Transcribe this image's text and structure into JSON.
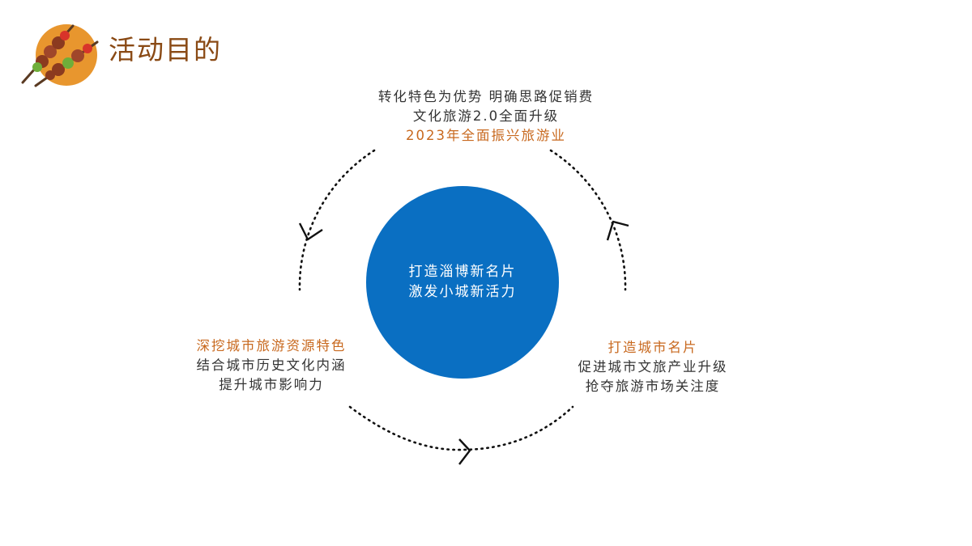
{
  "header": {
    "title": "活动目的"
  },
  "center": {
    "line1": "打造淄博新名片",
    "line2": "激发小城新活力"
  },
  "top": {
    "line1": "转化特色为优势 明确思路促销费",
    "line2": "文化旅游2.0全面升级",
    "line3": "2023年全面振兴旅游业"
  },
  "left": {
    "line1": "深挖城市旅游资源特色",
    "line2": "结合城市历史文化内涵",
    "line3": "提升城市影响力"
  },
  "right": {
    "line1": "打造城市名片",
    "line2": "促进城市文旅产业升级",
    "line3": "抢夺旅游市场关注度"
  },
  "colors": {
    "accent": "#c8691f",
    "circle": "#0a6fc2",
    "title": "#8a4a15",
    "text": "#333333"
  },
  "icons": {
    "logo": "skewer-kebab-icon",
    "arrows": "chevron-arrow-icon"
  }
}
